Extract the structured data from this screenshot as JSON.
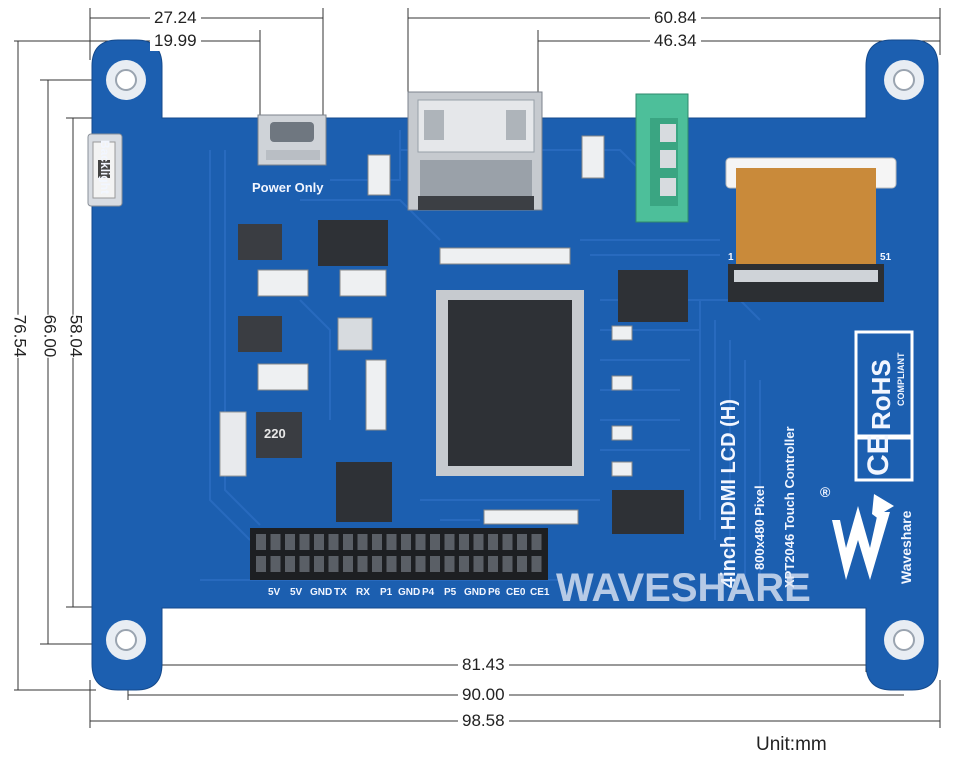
{
  "dimensions": {
    "top_outer": "27.24",
    "top_inner": "19.99",
    "top_right_outer": "60.84",
    "top_right_inner": "46.34",
    "left_inner": "58.04",
    "left_mid": "66.00",
    "left_outer": "76.54",
    "bottom_inner": "81.43",
    "bottom_mid": "90.00",
    "bottom_outer": "98.58",
    "unit": "Unit:mm"
  },
  "board": {
    "backlight_label": "Backlight",
    "power_label": "Power Only",
    "inductor_label": "220",
    "fpc_pin_first": "1",
    "fpc_pin_last": "51",
    "product_title": "4inch HDMI LCD (H)",
    "resolution": "800x480 Pixel",
    "touch_controller": "XPT2046 Touch Controller",
    "brand": "Waveshare",
    "registered_mark": "®",
    "rohs": "RoHS",
    "rohs_sub": "COMPLIANT",
    "ce_mark": "CE",
    "watermark": "WAVESHARE",
    "header_pins": [
      "5V",
      "5V",
      "GND",
      "TX",
      "RX",
      "P1",
      "GND",
      "P4",
      "P5",
      "GND",
      "P6",
      "CE0",
      "CE1"
    ]
  },
  "colors": {
    "pcb": "#1c5fb0",
    "pcb_trace": "#2a6cc0",
    "mounting_hole": "#e8edf3",
    "fpc": "#c98a3a",
    "audio_jack": "#4dbf9a"
  }
}
